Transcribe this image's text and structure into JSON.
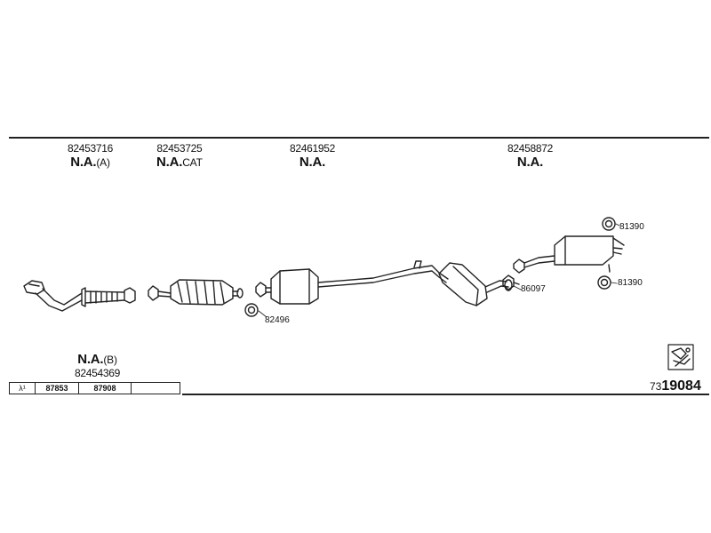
{
  "header_parts": [
    {
      "number": "82453716",
      "status": "N.A.",
      "suffix": "(A)"
    },
    {
      "number": "82453725",
      "status": "N.A.",
      "suffix": "CAT"
    },
    {
      "number": "82461952",
      "status": "N.A.",
      "suffix": ""
    },
    {
      "number": "82458872",
      "status": "N.A.",
      "suffix": ""
    }
  ],
  "small_parts": {
    "gasket_mid": "82496",
    "gasket_rear_top": "81390",
    "gasket_rear_bottom": "81390",
    "clamp_rear": "86097"
  },
  "lower_part": {
    "status": "N.A.",
    "suffix": "(B)",
    "number": "82454369"
  },
  "ref_table": {
    "lambda": "λ¹",
    "cells": [
      "87853",
      "87908",
      ""
    ]
  },
  "diagram_id": {
    "prefix": "73",
    "number": "19084"
  },
  "colors": {
    "line": "#222222",
    "background": "#ffffff"
  }
}
